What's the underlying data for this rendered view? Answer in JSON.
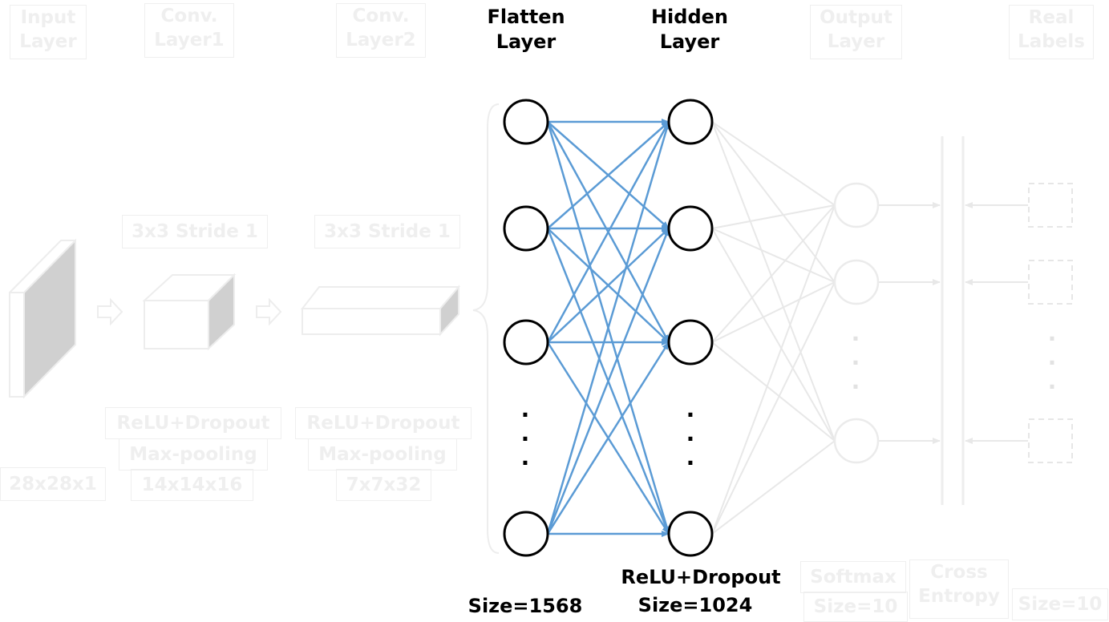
{
  "headers": {
    "input": [
      "Input",
      "Layer"
    ],
    "conv1": [
      "Conv.",
      "Layer1"
    ],
    "conv2": [
      "Conv.",
      "Layer2"
    ],
    "flatten": [
      "Flatten",
      "Layer"
    ],
    "hidden": [
      "Hidden",
      "Layer"
    ],
    "output": [
      "Output",
      "Layer"
    ],
    "real": [
      "Real",
      "Labels"
    ]
  },
  "conv1": {
    "stride": "3x3 Stride 1",
    "activation": "ReLU+Dropout",
    "pooling": "Max-pooling",
    "size": "14x14x16"
  },
  "conv2": {
    "stride": "3x3 Stride 1",
    "activation": "ReLU+Dropout",
    "pooling": "Max-pooling",
    "size": "7x7x32"
  },
  "input": {
    "size": "28x28x1"
  },
  "flatten": {
    "size": "Size=1568",
    "node_count_shown": 4
  },
  "hidden": {
    "activation": "ReLU+Dropout",
    "size": "Size=1024",
    "node_count_shown": 4
  },
  "output": {
    "activation": "Softmax",
    "size": "Size=10",
    "node_count_shown": 3
  },
  "loss": [
    "Cross",
    "Entropy"
  ],
  "real": {
    "size": "Size=10",
    "box_count_shown": 3
  },
  "ellipsis": "·",
  "colors": {
    "connection": "#5b9bd5",
    "faded": "#e8e8e8",
    "node": "#000000"
  }
}
